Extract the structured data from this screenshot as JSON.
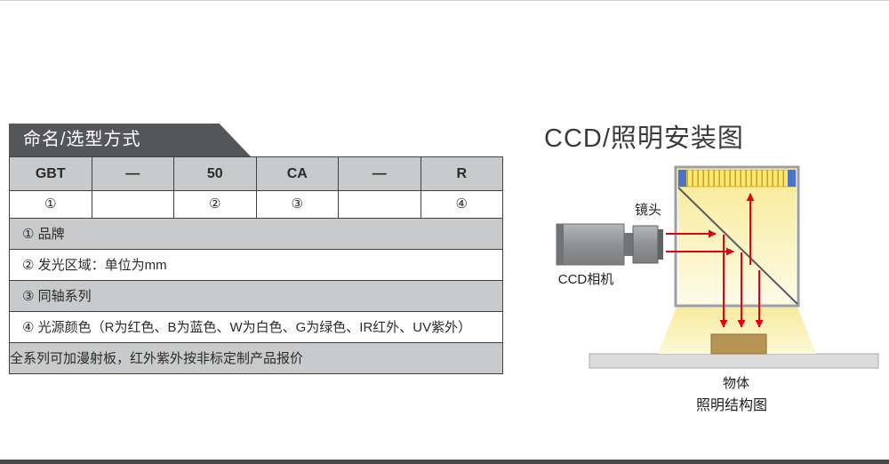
{
  "banner": {
    "title": "命名/选型方式"
  },
  "table": {
    "code_row": [
      "GBT",
      "—",
      "50",
      "CA",
      "—",
      "R"
    ],
    "number_row": [
      "①",
      "",
      "②",
      "③",
      "",
      "④"
    ],
    "spec_rows": [
      "①  品牌",
      "②  发光区域：单位为mm",
      "③  同轴系列",
      "④  光源颜色（R为红色、B为蓝色、W为白色、G为绿色、IR红外、UV紫外）"
    ],
    "footer": "全系列可加漫射板，红外紫外按非标定制产品报价"
  },
  "diagram": {
    "title": "CCD/照明安装图",
    "lens_label": "镜头",
    "camera_label": "CCD相机",
    "object_label": "物体",
    "caption": "照明结构图"
  },
  "colors": {
    "banner_bg": "#54565a",
    "row_gray": "#c9cacb",
    "table_border": "#3f4144",
    "arrow_red": "#e60012",
    "light_strip_yellow": "#ffe76e",
    "glow_yellow": "#f7eb9e",
    "object_tan": "#b59454"
  }
}
